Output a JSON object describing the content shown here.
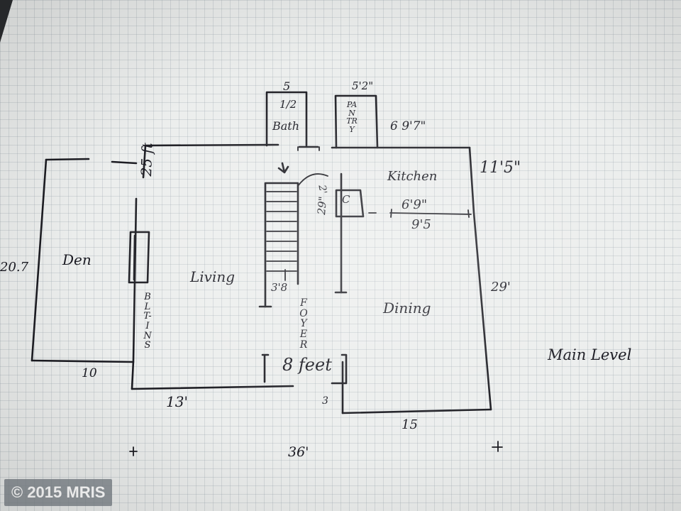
{
  "rooms": {
    "half_bath_fraction": "1/2",
    "half_bath": "Bath",
    "pantry": "PANTRY",
    "kitchen": "Kitchen",
    "closet": "C",
    "den": "Den",
    "living": "Living",
    "dining": "Dining",
    "foyer": "FOYER",
    "builtins": "BLT-INS"
  },
  "dimensions": {
    "bath_width": "5",
    "pantry_width": "5'2\"",
    "pantry_depth": "6 9'7\"",
    "kitchen_depth": "11'5\"",
    "kitchen_width": "6'9\"",
    "kitchen_width_b": "9'5",
    "living_depth": "25 ft",
    "den_depth": "20.7",
    "den_width": "10",
    "living_width": "13'",
    "hall_length": "29\"",
    "stair_width": "3'8",
    "foyer_width": "8 feet",
    "entry_step": "3",
    "house_depth": "29'",
    "dining_width": "15",
    "house_width": "36'",
    "closet_detail": "2'"
  },
  "level_label": "Main Level",
  "watermark": "© 2015 MRIS"
}
